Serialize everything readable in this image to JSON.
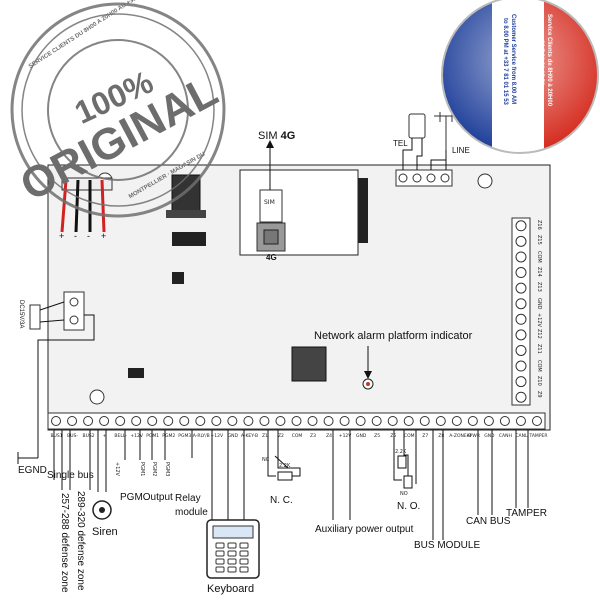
{
  "stamp": {
    "big_text": "ORIGINAL",
    "percent": "100%",
    "ring_text": "SERVICE CLIENTS DU 8H00 A 20H00 AU +33 7 81 01 15 53",
    "ring_text_2": "MONTPELLIER · MAGASIN DU",
    "color": "#707070"
  },
  "badge": {
    "line_1": "Service Clients de 8H00 à 20H00",
    "line_2": "au +33 7 81 01 15 53",
    "line_3": "Customer Service from 8.00 AM",
    "line_4": "to 8.00 PM at +33 7 81 01 15 53",
    "flag_colors": [
      "#1f3f9a",
      "#ffffff",
      "#d52b1e"
    ]
  },
  "board": {
    "sim_label": "SIM",
    "sim_bold": "4G",
    "sim_slot_label": "SIM",
    "module_label": "4G",
    "tel_label": "TEL",
    "line_label": "LINE",
    "power_label": "DC15V/3A",
    "polarity": [
      "+",
      "-",
      "-",
      "+"
    ],
    "indicator_label": "Network alarm platform indicator",
    "bottom_terminals": [
      "BUS1",
      "BUS-",
      "BUS2",
      "+",
      "BELL-",
      "+12V",
      "PGM1",
      "PGM2",
      "PGM3",
      "A-RLY/B",
      "+12V",
      "GND",
      "A-KEY-B",
      "Z1",
      "Z2",
      "COM",
      "Z3",
      "Z4",
      "+12V",
      "GND",
      "Z5",
      "Z6",
      "COM",
      "Z7",
      "Z8",
      "A-ZONE-B",
      "KPWR",
      "GND",
      "CANH",
      "CANL",
      "TAMPER"
    ],
    "right_terminals": [
      "Z16",
      "Z15",
      "COM",
      "Z14",
      "Z13",
      "GND",
      "+12V",
      "Z12",
      "Z11",
      "COM",
      "Z10",
      "Z9"
    ]
  },
  "labels": {
    "egnd": "EGND",
    "single_bus": "Single bus",
    "zone_257": "257-288 defense zone",
    "zone_289": "289-320 defense zone",
    "siren": "Siren",
    "plus12v": "+12V",
    "pgm1": "PGM1",
    "pgm2": "PGM2",
    "pgm3": "PGM3",
    "pgm_output": "PGMOutput",
    "relay": "Relay",
    "module": "module",
    "keyboard": "Keyboard",
    "nc_small": "NC",
    "nc": "N. C.",
    "no_small": "NO",
    "no": "N. O.",
    "resistor": "2.2K",
    "aux_power": "Auxiliary power output",
    "bus_module": "BUS MODULE",
    "can_bus": "CAN BUS",
    "tamper": "TAMPER"
  }
}
